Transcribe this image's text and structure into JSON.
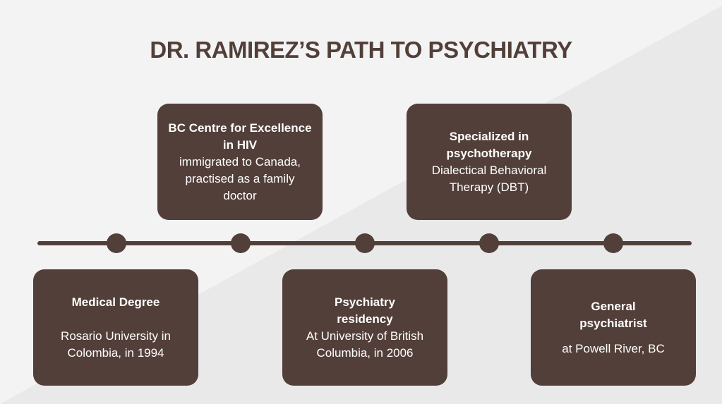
{
  "title": "DR. RAMIREZ’S PATH TO PSYCHIATRY",
  "colors": {
    "brown": "#523f39",
    "background": "#f3f3f3",
    "diagonal": "#e9e9e9"
  },
  "milestones": [
    {
      "heading": "Medical Degree",
      "body": "Rosario University in Colombia, in 1994"
    },
    {
      "heading": "BC Centre for Excellence in HIV",
      "body": "immigrated to Canada, practised as a family doctor"
    },
    {
      "heading": "Psychiatry residency",
      "body": "At University of British Columbia, in 2006"
    },
    {
      "heading": "Specialized in psychotherapy",
      "body": "Dialectical Behavioral Therapy (DBT)"
    },
    {
      "heading": "General psychiatrist",
      "body": "at Powell River, BC"
    }
  ]
}
